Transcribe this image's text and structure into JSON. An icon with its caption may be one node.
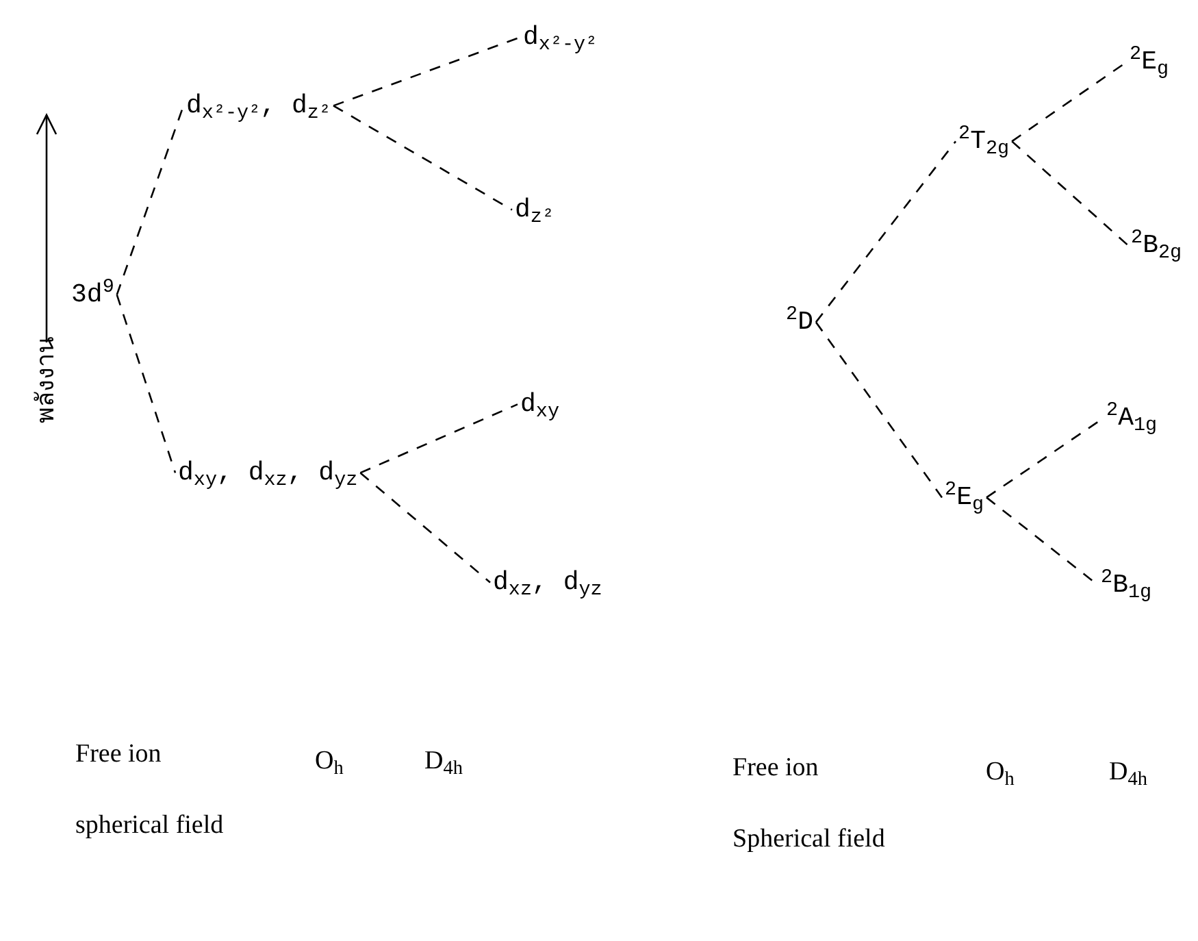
{
  "diagram": {
    "nodes": [
      {
        "text": [
          "3d$^{9}$"
        ]
      },
      {
        "text": [
          "d$_{x²-y²}$, d$_{z²}$"
        ]
      },
      {
        "text": [
          "d$_{x²-y²}$"
        ]
      },
      {
        "text": [
          "d$_{z²}$"
        ]
      },
      {
        "text": [
          "d$_{xy}$, d$_{xz}$, d$_{yz}$"
        ]
      },
      {
        "text": [
          "d$_{xy}$"
        ]
      },
      {
        "text": [
          "d$_{xz}$, d$_{yz}$"
        ]
      },
      {
        "text": [
          "$^{2}$D"
        ]
      },
      {
        "text": [
          "$^{2}$T$_{2g}$"
        ]
      },
      {
        "text": [
          "$^{2}$E$_{g}$"
        ]
      },
      {
        "text": [
          "$^{2}$B$_{2g}$"
        ]
      },
      {
        "text": [
          "$^{2}$E$_{g}$"
        ]
      },
      {
        "text": [
          "$^{2}$A$_{1g}$"
        ]
      },
      {
        "text": [
          "$^{2}$B$_{1g}$"
        ]
      }
    ],
    "edges": [
      {
        "from": 0,
        "to": 1,
        "arrow": "none",
        "style": "dashed"
      },
      {
        "from": 0,
        "to": 4,
        "arrow": "none",
        "style": "dashed"
      },
      {
        "from": 1,
        "to": 2,
        "arrow": "none",
        "style": "dashed"
      },
      {
        "from": 1,
        "to": 3,
        "arrow": "none",
        "style": "dashed"
      },
      {
        "from": 4,
        "to": 5,
        "arrow": "none",
        "style": "dashed"
      },
      {
        "from": 4,
        "to": 6,
        "arrow": "none",
        "style": "dashed"
      },
      {
        "from": 7,
        "to": 8,
        "arrow": "none",
        "style": "dashed"
      },
      {
        "from": 7,
        "to": 11,
        "arrow": "none",
        "style": "dashed"
      },
      {
        "from": 8,
        "to": 9,
        "arrow": "none",
        "style": "dashed"
      },
      {
        "from": 8,
        "to": 10,
        "arrow": "none",
        "style": "dashed"
      },
      {
        "from": 11,
        "to": 12,
        "arrow": "none",
        "style": "dashed"
      },
      {
        "from": 11,
        "to": 13,
        "arrow": "none",
        "style": "dashed"
      }
    ],
    "labels": [
      "พลังงาน",
      "Free ion spherical field",
      "O$_{h}$",
      "D$_{4h}$",
      "Free ion Spherical field",
      "O$_{h}$",
      "D$_{4h}$"
    ]
  }
}
